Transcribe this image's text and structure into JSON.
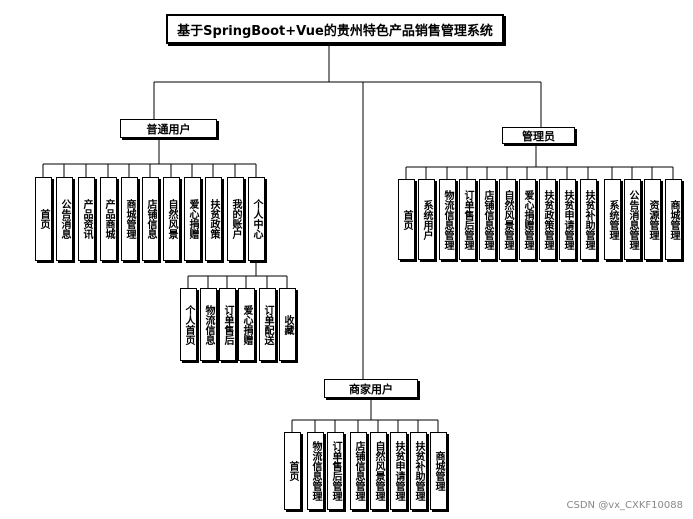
{
  "title": "基于SpringBoot+Vue的贵州特色产品销售管理系统",
  "groups": [
    {
      "label": "普通用户",
      "children": [
        "首页",
        "公告消息",
        "产品资讯",
        "产品商城",
        "商城管理",
        "店铺信息",
        "自然风景",
        "爱心捐赠",
        "扶贫政策",
        "我的账户",
        "个人中心"
      ]
    },
    {
      "label": "管理员",
      "children": [
        "首页",
        "系统用户",
        "物流信息管理",
        "订单售后管理",
        "店铺信息管理",
        "自然风景管理",
        "爱心捐赠管理",
        "扶贫政策管理",
        "扶贫申请管理",
        "扶贫补助管理",
        "系统管理",
        "公告消息管理",
        "资源管理",
        "商城管理"
      ]
    },
    {
      "label": "商家用户",
      "children": [
        "首页",
        "物流信息管理",
        "订单售后管理",
        "店铺信息管理",
        "自然风景管理",
        "扶贫申请管理",
        "扶贫补助管理",
        "商城管理"
      ]
    }
  ],
  "personal_center": {
    "children": [
      "个人首页",
      "物流信息",
      "订单售后",
      "爱心捐赠",
      "订单配送",
      "收藏"
    ]
  },
  "watermark": "CSDN @vx_CXKF10088"
}
